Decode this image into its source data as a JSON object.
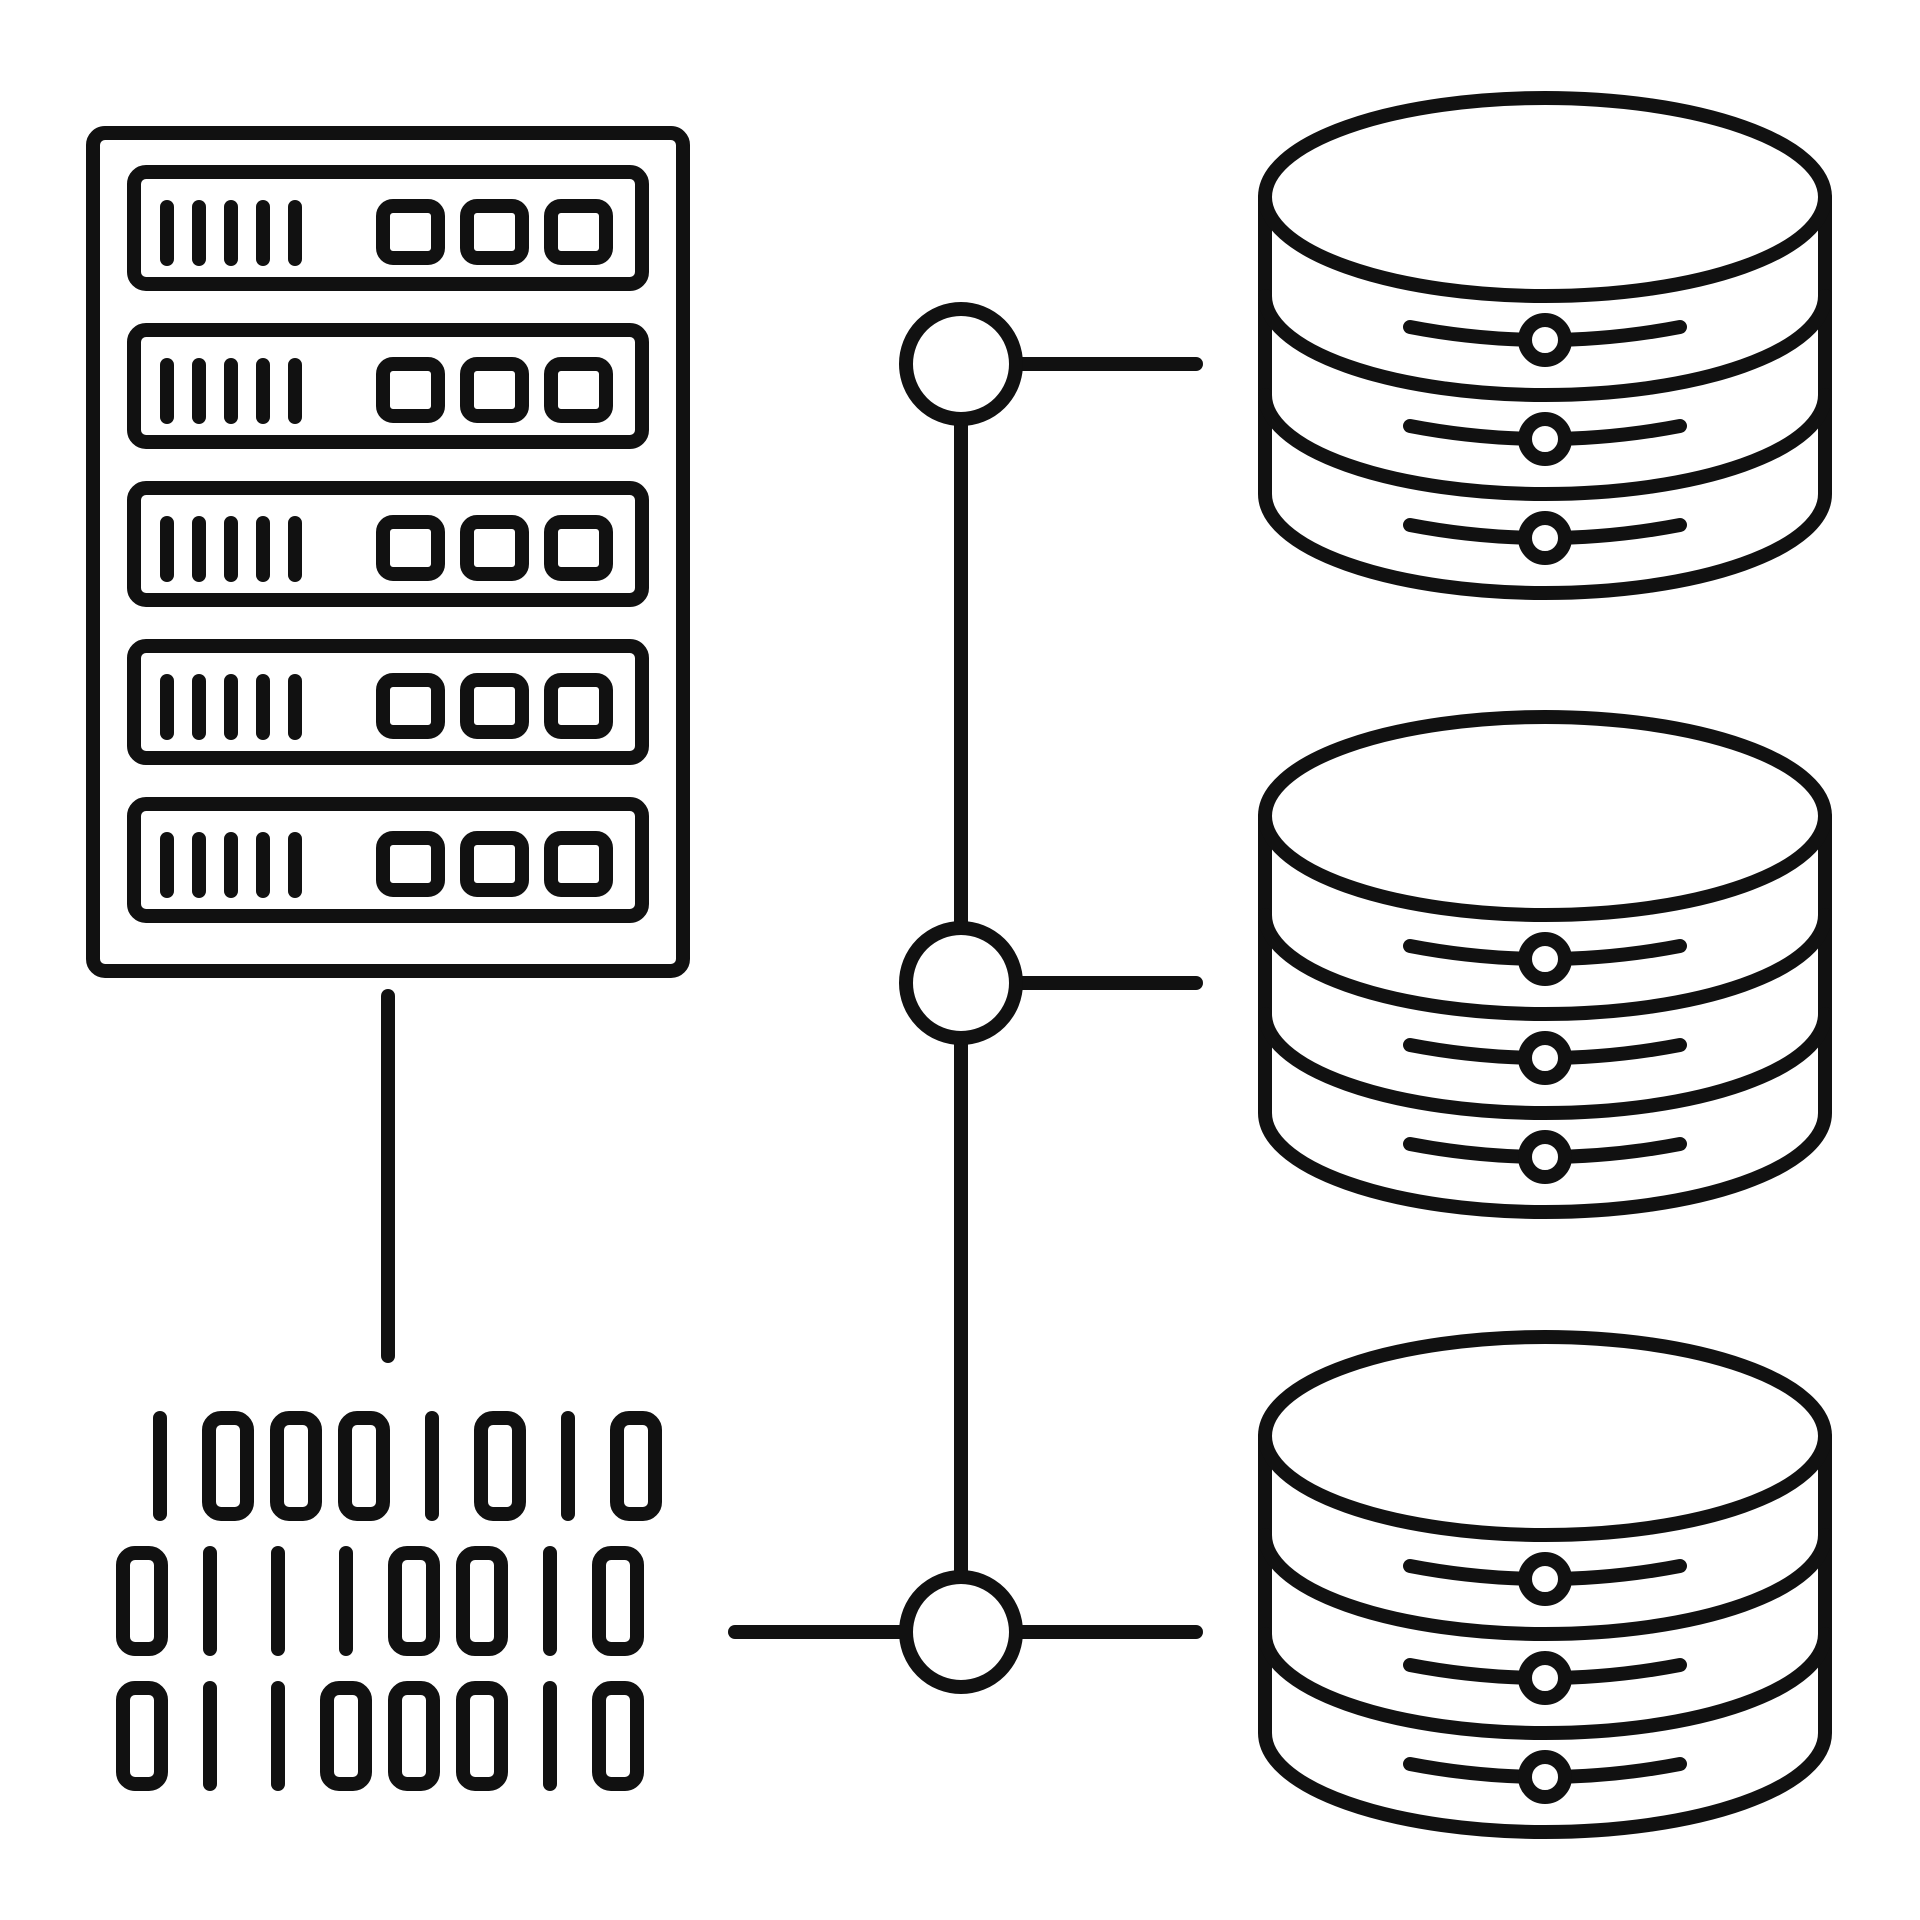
{
  "illustration": {
    "subject": "server-rack-binary-database-network-icon",
    "style": "monochrome-line-art",
    "colors": {
      "stroke": "#111111",
      "background": "#ffffff",
      "fill": "#ffffff"
    },
    "server_rack": {
      "unit_count": 5,
      "led_bars_per_unit": 5,
      "ports_per_unit": 3
    },
    "binary_block": {
      "rows": [
        "10001010",
        "01110010",
        "01100010"
      ]
    },
    "network": {
      "node_count": 3
    },
    "databases": {
      "count": 3,
      "disk_layers_per_database": 3
    }
  }
}
